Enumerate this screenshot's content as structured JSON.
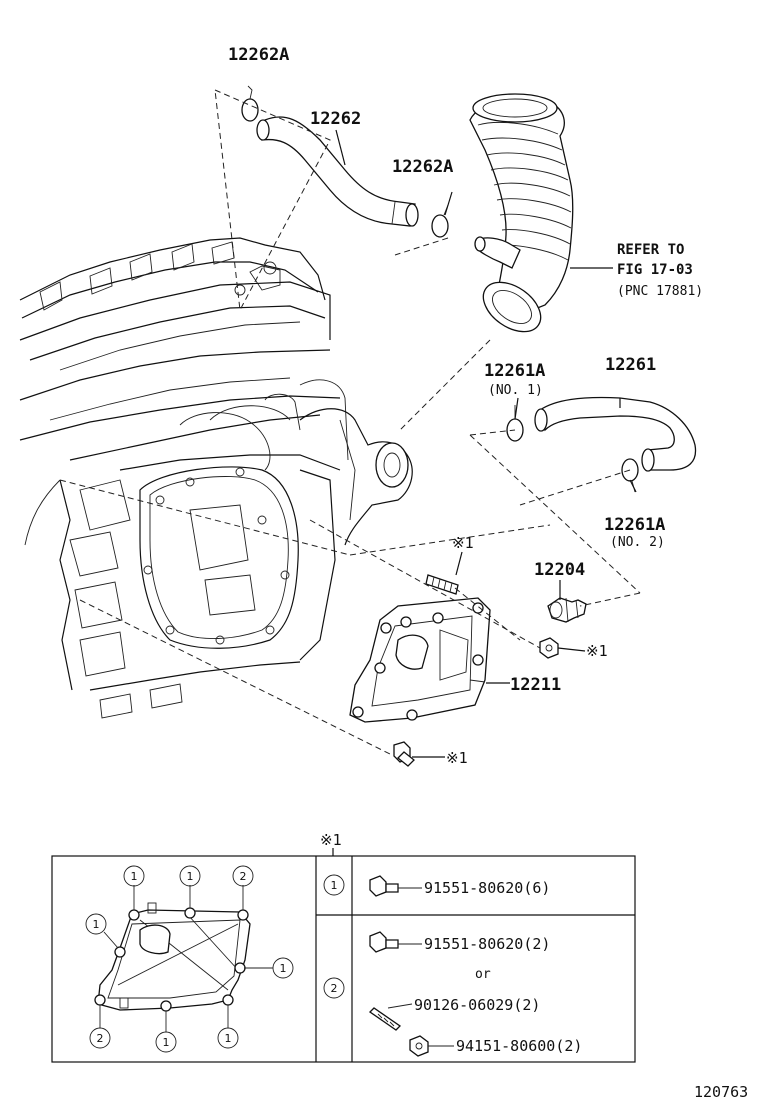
{
  "labels": {
    "clamp_upper_1": "12262A",
    "hose_upper": "12262",
    "clamp_upper_2": "12262A",
    "refer_line1": "REFER TO",
    "refer_line2": "FIG 17-03",
    "refer_line3": "(PNC 17881)",
    "clamp_lower_1": "12261A",
    "clamp_lower_1_sub": "(NO. 1)",
    "hose_lower": "12261",
    "clamp_lower_2": "12261A",
    "clamp_lower_2_sub": "(NO. 2)",
    "stud_marker": "※1",
    "pcv_valve": "12204",
    "nut_marker": "※1",
    "separator_case": "12211",
    "bolt_marker": "※1"
  },
  "table": {
    "header_marker": "※1",
    "row1": {
      "key": "1",
      "part": "91551-80620(6)"
    },
    "row2": {
      "key": "2",
      "part_a": "91551-80620(2)",
      "or_text": "or",
      "part_b": "90126-06029(2)",
      "part_c": "94151-80600(2)"
    },
    "detail_callouts": [
      "1",
      "1",
      "2",
      "1",
      "1",
      "2",
      "1",
      "1"
    ]
  },
  "figure_number": "120763"
}
